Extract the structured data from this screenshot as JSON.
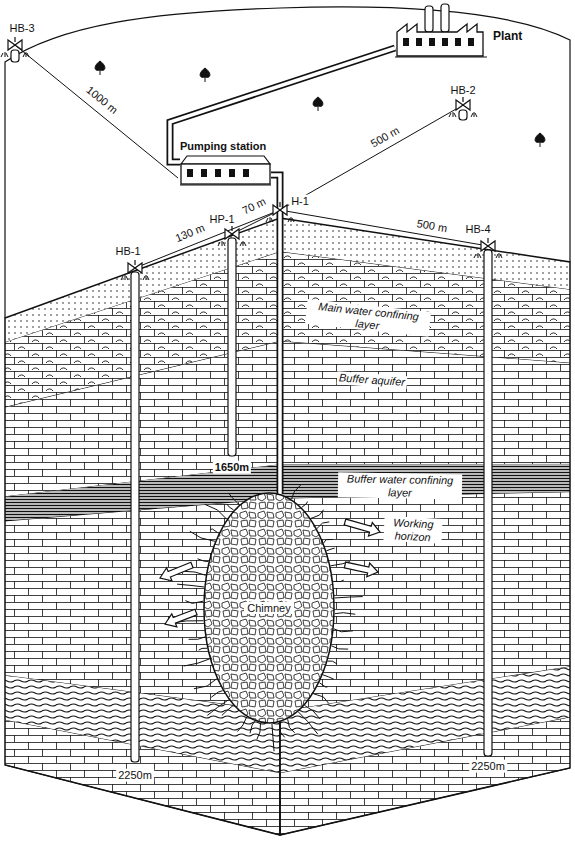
{
  "diagram": {
    "nodes": [
      {
        "text": [
          "Plant"
        ]
      },
      {
        "text": [
          "Pumping station"
        ]
      },
      {
        "text": [
          "Chimney"
        ]
      }
    ],
    "edges": [
      {
        "from": 1,
        "to": 0,
        "arrow": "none"
      },
      {
        "from": 2,
        "to": 1,
        "arrow": "none"
      }
    ],
    "labels": [
      "HB-3",
      "1000 m",
      "HB-2",
      "500 m",
      "H-1",
      "HP-1",
      "70 m",
      "HB-1",
      "130 m",
      "500 m",
      "HB-4",
      "Main water confining layer",
      "Buffer aquifer",
      "1650m",
      "Buffer water confining layer",
      "Working horizon",
      "2250m",
      "2250m"
    ]
  }
}
